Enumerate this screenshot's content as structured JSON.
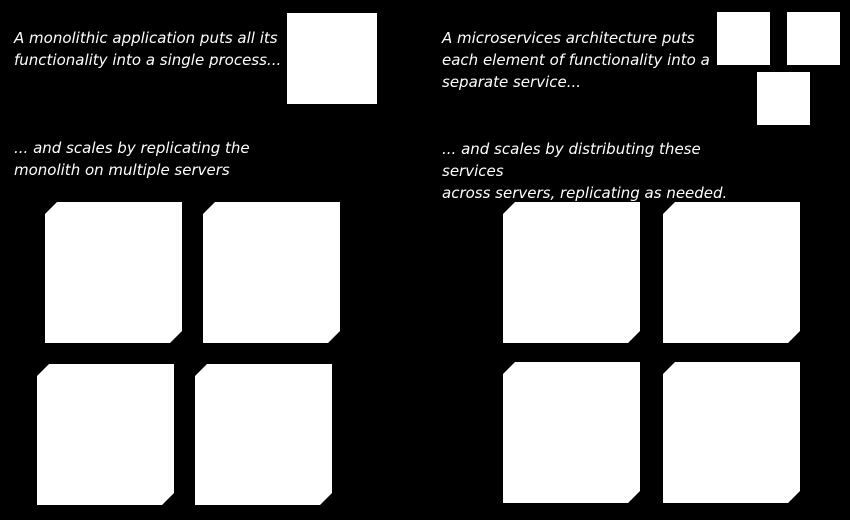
{
  "monolith": {
    "caption": "A monolithic application puts all its\nfunctionality into a single process...",
    "scale_caption": "... and scales by replicating the\nmonolith on multiple servers"
  },
  "microservices": {
    "caption": "A microservices architecture puts\neach element of functionality into a\nseparate service...",
    "scale_caption": "... and scales by distributing these services\nacross servers, replicating as needed."
  },
  "colors": {
    "background": "#000000",
    "box": "#ffffff",
    "text": "#ffffff"
  }
}
